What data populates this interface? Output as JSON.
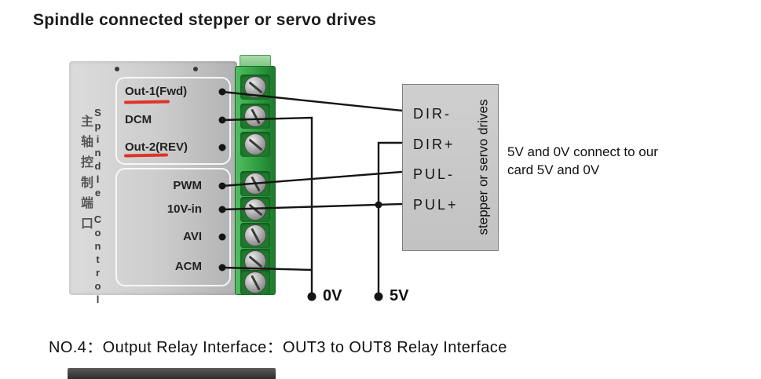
{
  "title": "Spindle connected stepper or servo drives",
  "card": {
    "name_en": "Spindle Control",
    "name_zh": "主轴控制端口",
    "output_pins": [
      "Out-1(Fwd)",
      "DCM",
      "Out-2(REV)"
    ],
    "analog_pins": [
      "PWM",
      "10V-in",
      "AVI",
      "ACM"
    ]
  },
  "drive": {
    "pins": [
      "DIR-",
      "DIR+",
      "PUL-",
      "PUL+"
    ],
    "side_label": "stepper or servo drives"
  },
  "note": "5V and 0V connect to our card 5V and 0V",
  "power": {
    "zero": "0V",
    "five": "5V"
  },
  "caption": "NO.4：Output Relay Interface：OUT3 to OUT8 Relay Interface",
  "colors": {
    "terminal_green": "#2f9e41",
    "underline_red": "#e03228",
    "wire_black": "#151515",
    "panel_gray": "#c9c9c9"
  }
}
